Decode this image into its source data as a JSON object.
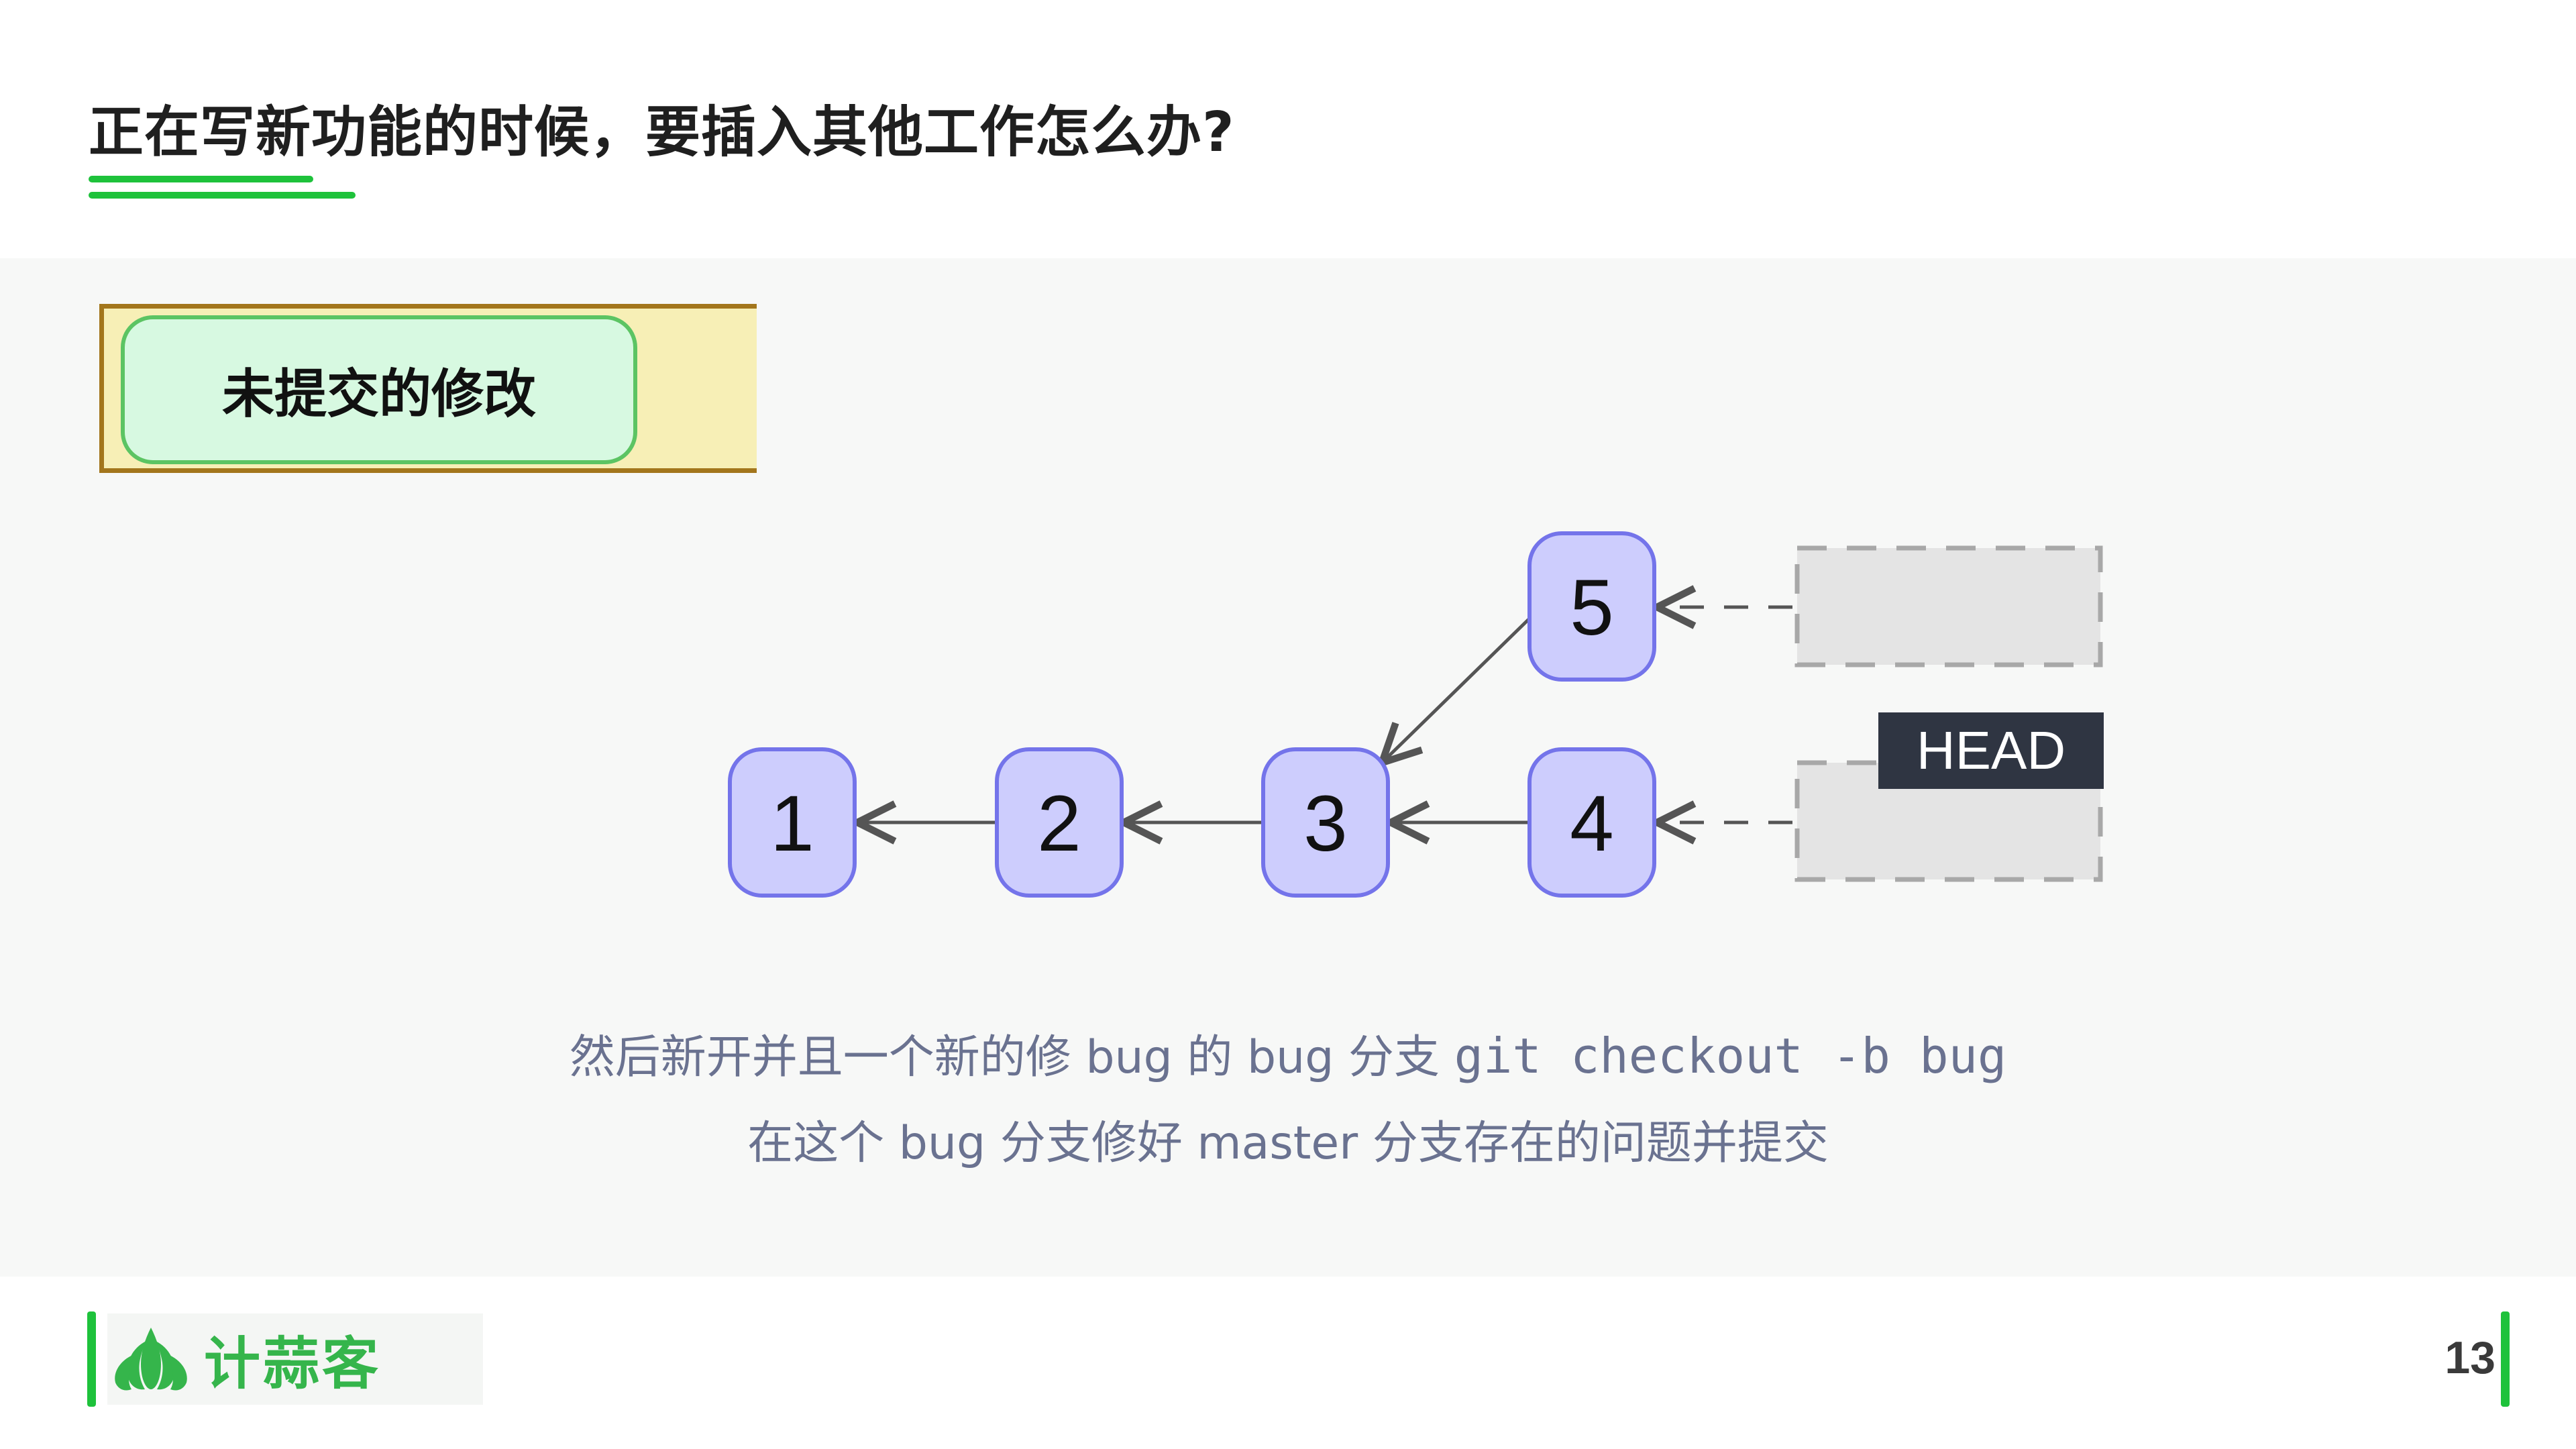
{
  "slide": {
    "title": "正在写新功能的时候，要插入其他工作怎么办?",
    "page_number": "13"
  },
  "stash": {
    "label": "未提交的修改"
  },
  "graph": {
    "commits": [
      "1",
      "2",
      "3",
      "4",
      "5"
    ],
    "head_label": "HEAD",
    "edges": [
      {
        "from": "2",
        "to": "1"
      },
      {
        "from": "3",
        "to": "2"
      },
      {
        "from": "4",
        "to": "3"
      },
      {
        "from": "5",
        "to": "3"
      }
    ]
  },
  "description": {
    "line1_prefix": "然后新开并且一个新的修 bug 的 bug 分支 ",
    "line1_code": "git checkout -b bug",
    "line2": "在这个 bug 分支修好 master 分支存在的问题并提交"
  },
  "footer": {
    "brand": "计蒜客"
  },
  "colors": {
    "accent_green": "#1ec23b",
    "node_fill": "#cdcdfd",
    "node_stroke": "#7474ea",
    "head_bg": "#2f3542"
  }
}
